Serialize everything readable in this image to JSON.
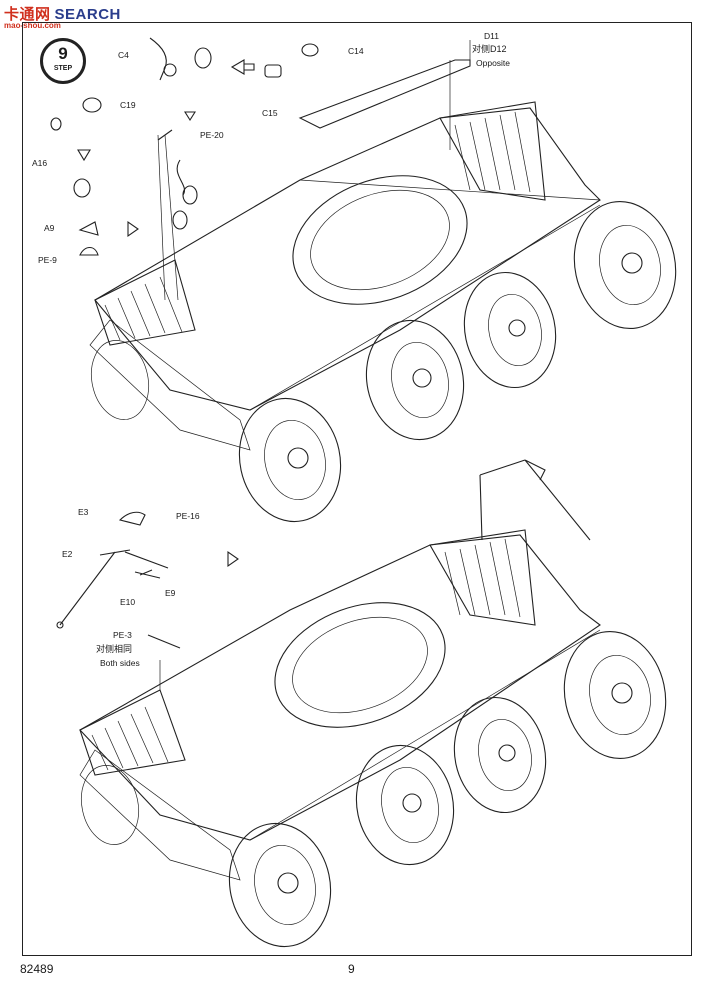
{
  "watermark": {
    "brand": "卡通网",
    "search": "SEARCH",
    "domain": "mao-shou.com"
  },
  "step": {
    "number": "9",
    "label": "STEP"
  },
  "labels_top": {
    "c4": "C4",
    "c14": "C14",
    "c15": "C15",
    "c19": "C19",
    "a16": "A16",
    "a9": "A9",
    "pe9": "PE-9",
    "pe20": "PE-20",
    "d11": "D11",
    "d12": "对侧D12",
    "opposite": "Opposite"
  },
  "labels_bottom": {
    "e3": "E3",
    "pe16": "PE-16",
    "e2": "E2",
    "e10": "E10",
    "e9": "E9",
    "pe3": "PE-3",
    "both_cn": "对侧相同",
    "both_en": "Both sides"
  },
  "footer": {
    "code": "82489",
    "page": "9"
  },
  "icons": [
    "step-badge-icon",
    "arrow-right-icon",
    "arrow-left-icon",
    "arrow-down-icon"
  ]
}
